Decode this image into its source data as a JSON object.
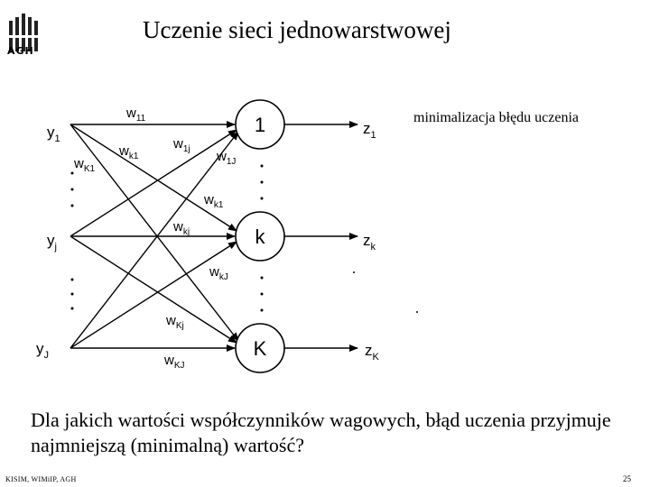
{
  "slide": {
    "title": "Uczenie sieci jednowarstwowej",
    "caption": "minimalizacja błędu uczenia",
    "question": "Dla jakich wartości współczynników wagowych, błąd uczenia przyjmuje najmniejszą (minimalną) wartość?",
    "footer": "KISIM, WIMiIP, AGH",
    "page_number": "25",
    "logo_text": "AGH"
  },
  "network": {
    "inputs": [
      {
        "main": "y",
        "sub": "1"
      },
      {
        "main": "y",
        "sub": "j"
      },
      {
        "main": "y",
        "sub": "J"
      }
    ],
    "neurons": [
      "1",
      "k",
      "K"
    ],
    "outputs": [
      {
        "main": "z",
        "sub": "1"
      },
      {
        "main": "z",
        "sub": "k"
      },
      {
        "main": "z",
        "sub": "K"
      }
    ],
    "weights": [
      {
        "main": "w",
        "sub": "11"
      },
      {
        "main": "w",
        "sub": "k1"
      },
      {
        "main": "w",
        "sub": "1j"
      },
      {
        "main": "w",
        "sub": "K1"
      },
      {
        "main": "w",
        "sub": "1J"
      },
      {
        "main": "w",
        "sub": "k1"
      },
      {
        "main": "w",
        "sub": "kj"
      },
      {
        "main": "w",
        "sub": "kJ"
      },
      {
        "main": "w",
        "sub": "Kj"
      },
      {
        "main": "w",
        "sub": "KJ"
      }
    ]
  }
}
